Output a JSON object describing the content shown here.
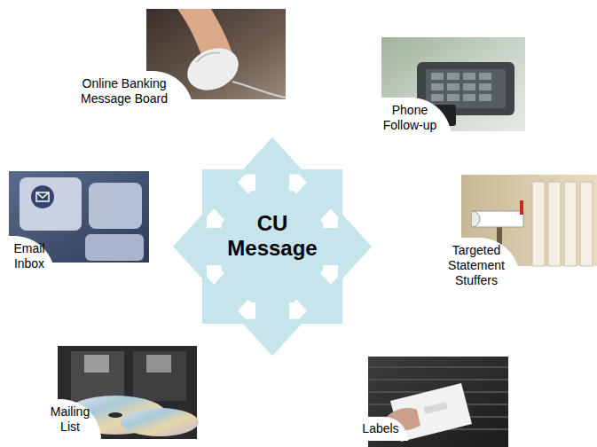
{
  "diagram": {
    "nodes": [
      {
        "text": [
          "Online Banking Message Board"
        ]
      },
      {
        "text": [
          "Phone Follow-up"
        ]
      },
      {
        "text": [
          "Email Inbox"
        ]
      },
      {
        "text": [
          "CU Message"
        ]
      },
      {
        "text": [
          "Targeted Statement Stuffers"
        ]
      },
      {
        "text": [
          "Mailing List"
        ]
      },
      {
        "text": [
          "Labels"
        ]
      }
    ]
  }
}
